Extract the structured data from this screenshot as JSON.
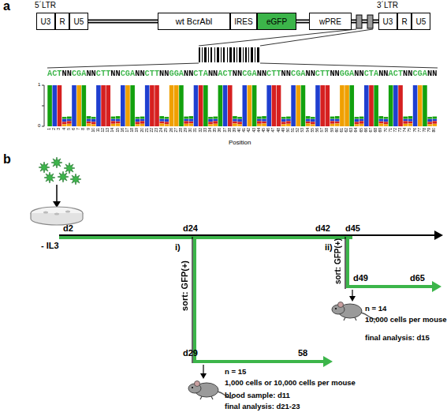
{
  "diagram": {
    "nodes": [
      {
        "text": [
          "U3"
        ]
      },
      {
        "text": [
          "R"
        ]
      },
      {
        "text": [
          "U5"
        ]
      },
      {
        "text": [
          "wt BcrAbl"
        ]
      },
      {
        "text": [
          "IRES"
        ]
      },
      {
        "text": [
          "eGFP"
        ]
      },
      {
        "text": [
          "wPRE"
        ]
      },
      {
        "text": [
          "U3"
        ]
      },
      {
        "text": [
          "R"
        ]
      },
      {
        "text": [
          "U5"
        ]
      }
    ],
    "edges": [
      {
        "from": 2,
        "to": 3,
        "arrow": "none"
      },
      {
        "from": 5,
        "to": 6,
        "arrow": "none"
      },
      {
        "from": 6,
        "to": 7,
        "arrow": "none"
      }
    ],
    "labels": [
      "a",
      "5´LTR",
      "3´LTR",
      "ACTNNCGANNCTTNNCGANNCTTNNGGANNCTANNACTNNCGANNCTTNNCGANNCTTNNGGANNCTANNACTNNCGANN",
      "1",
      "0",
      "Position",
      "1",
      "2",
      "3",
      "4",
      "5",
      "6",
      "7",
      "8",
      "9",
      "10",
      "11",
      "12",
      "13",
      "14",
      "15",
      "16",
      "17",
      "18",
      "19",
      "20",
      "21",
      "22",
      "23",
      "24",
      "25",
      "26",
      "27",
      "28",
      "29",
      "30",
      "31",
      "32",
      "33",
      "34",
      "35",
      "36",
      "37",
      "38",
      "39",
      "40",
      "41",
      "42",
      "43",
      "44",
      "45",
      "46",
      "47",
      "48",
      "49",
      "50",
      "51",
      "52",
      "53",
      "54",
      "55",
      "56",
      "57",
      "58",
      "59",
      "60",
      "61",
      "62",
      "63",
      "64",
      "65",
      "66",
      "67",
      "68",
      "69",
      "70",
      "71",
      "72",
      "73",
      "74",
      "75",
      "76",
      "77",
      "78",
      "79",
      "80",
      "b",
      "d2",
      "- IL3",
      "d24",
      "d42",
      "d45",
      "i)",
      "sort: GFP(+)",
      "ii)",
      "sort: GFP(+)",
      "d49",
      "d65",
      "n = 14",
      "10,000 cells per mouse",
      "final analysis: d15",
      "d29",
      "58",
      "n = 15",
      "1,000 cells or 10,000 cells per mouse",
      "blood sample: d11",
      "final analysis: d21-23"
    ]
  }
}
